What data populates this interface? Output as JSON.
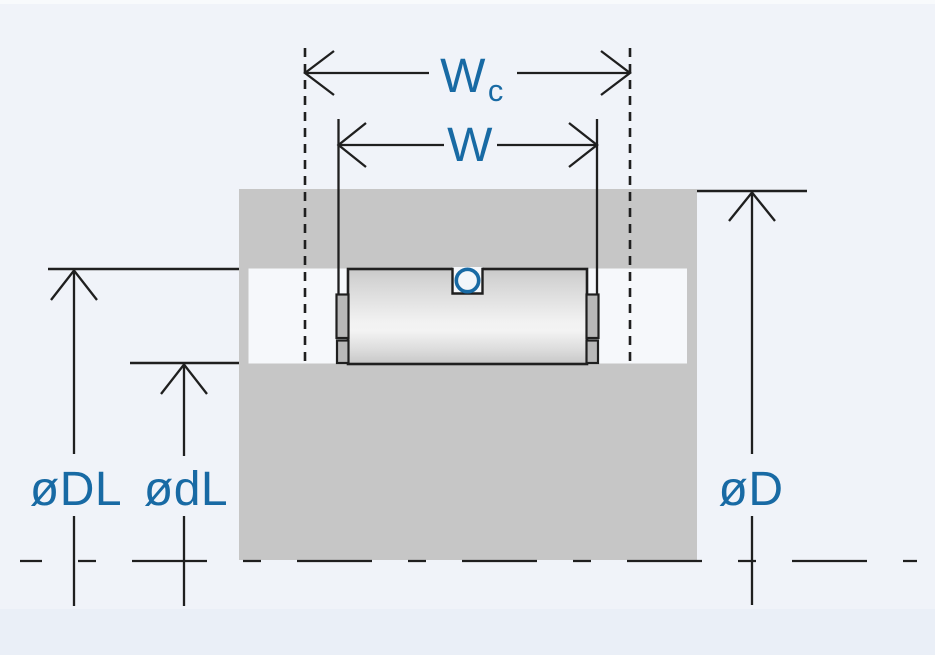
{
  "labels": {
    "outer_width_main": "W",
    "outer_width_sub": "c",
    "inner_width": "W",
    "flange_outer_diameter": "øDL",
    "flange_inner_diameter": "ødL",
    "outer_diameter": "øD"
  },
  "colors": {
    "background": "#f0f3f9",
    "background_top": "#f8fafc",
    "background_bottom": "#eaeff7",
    "housing_gray": "#c6c6c6",
    "lip_gray": "#b8b8b8",
    "bore_white": "#f6f8fb",
    "line_dark": "#1f1f1f",
    "label_blue": "#186aa4",
    "hole_blue": "#186aa4"
  }
}
